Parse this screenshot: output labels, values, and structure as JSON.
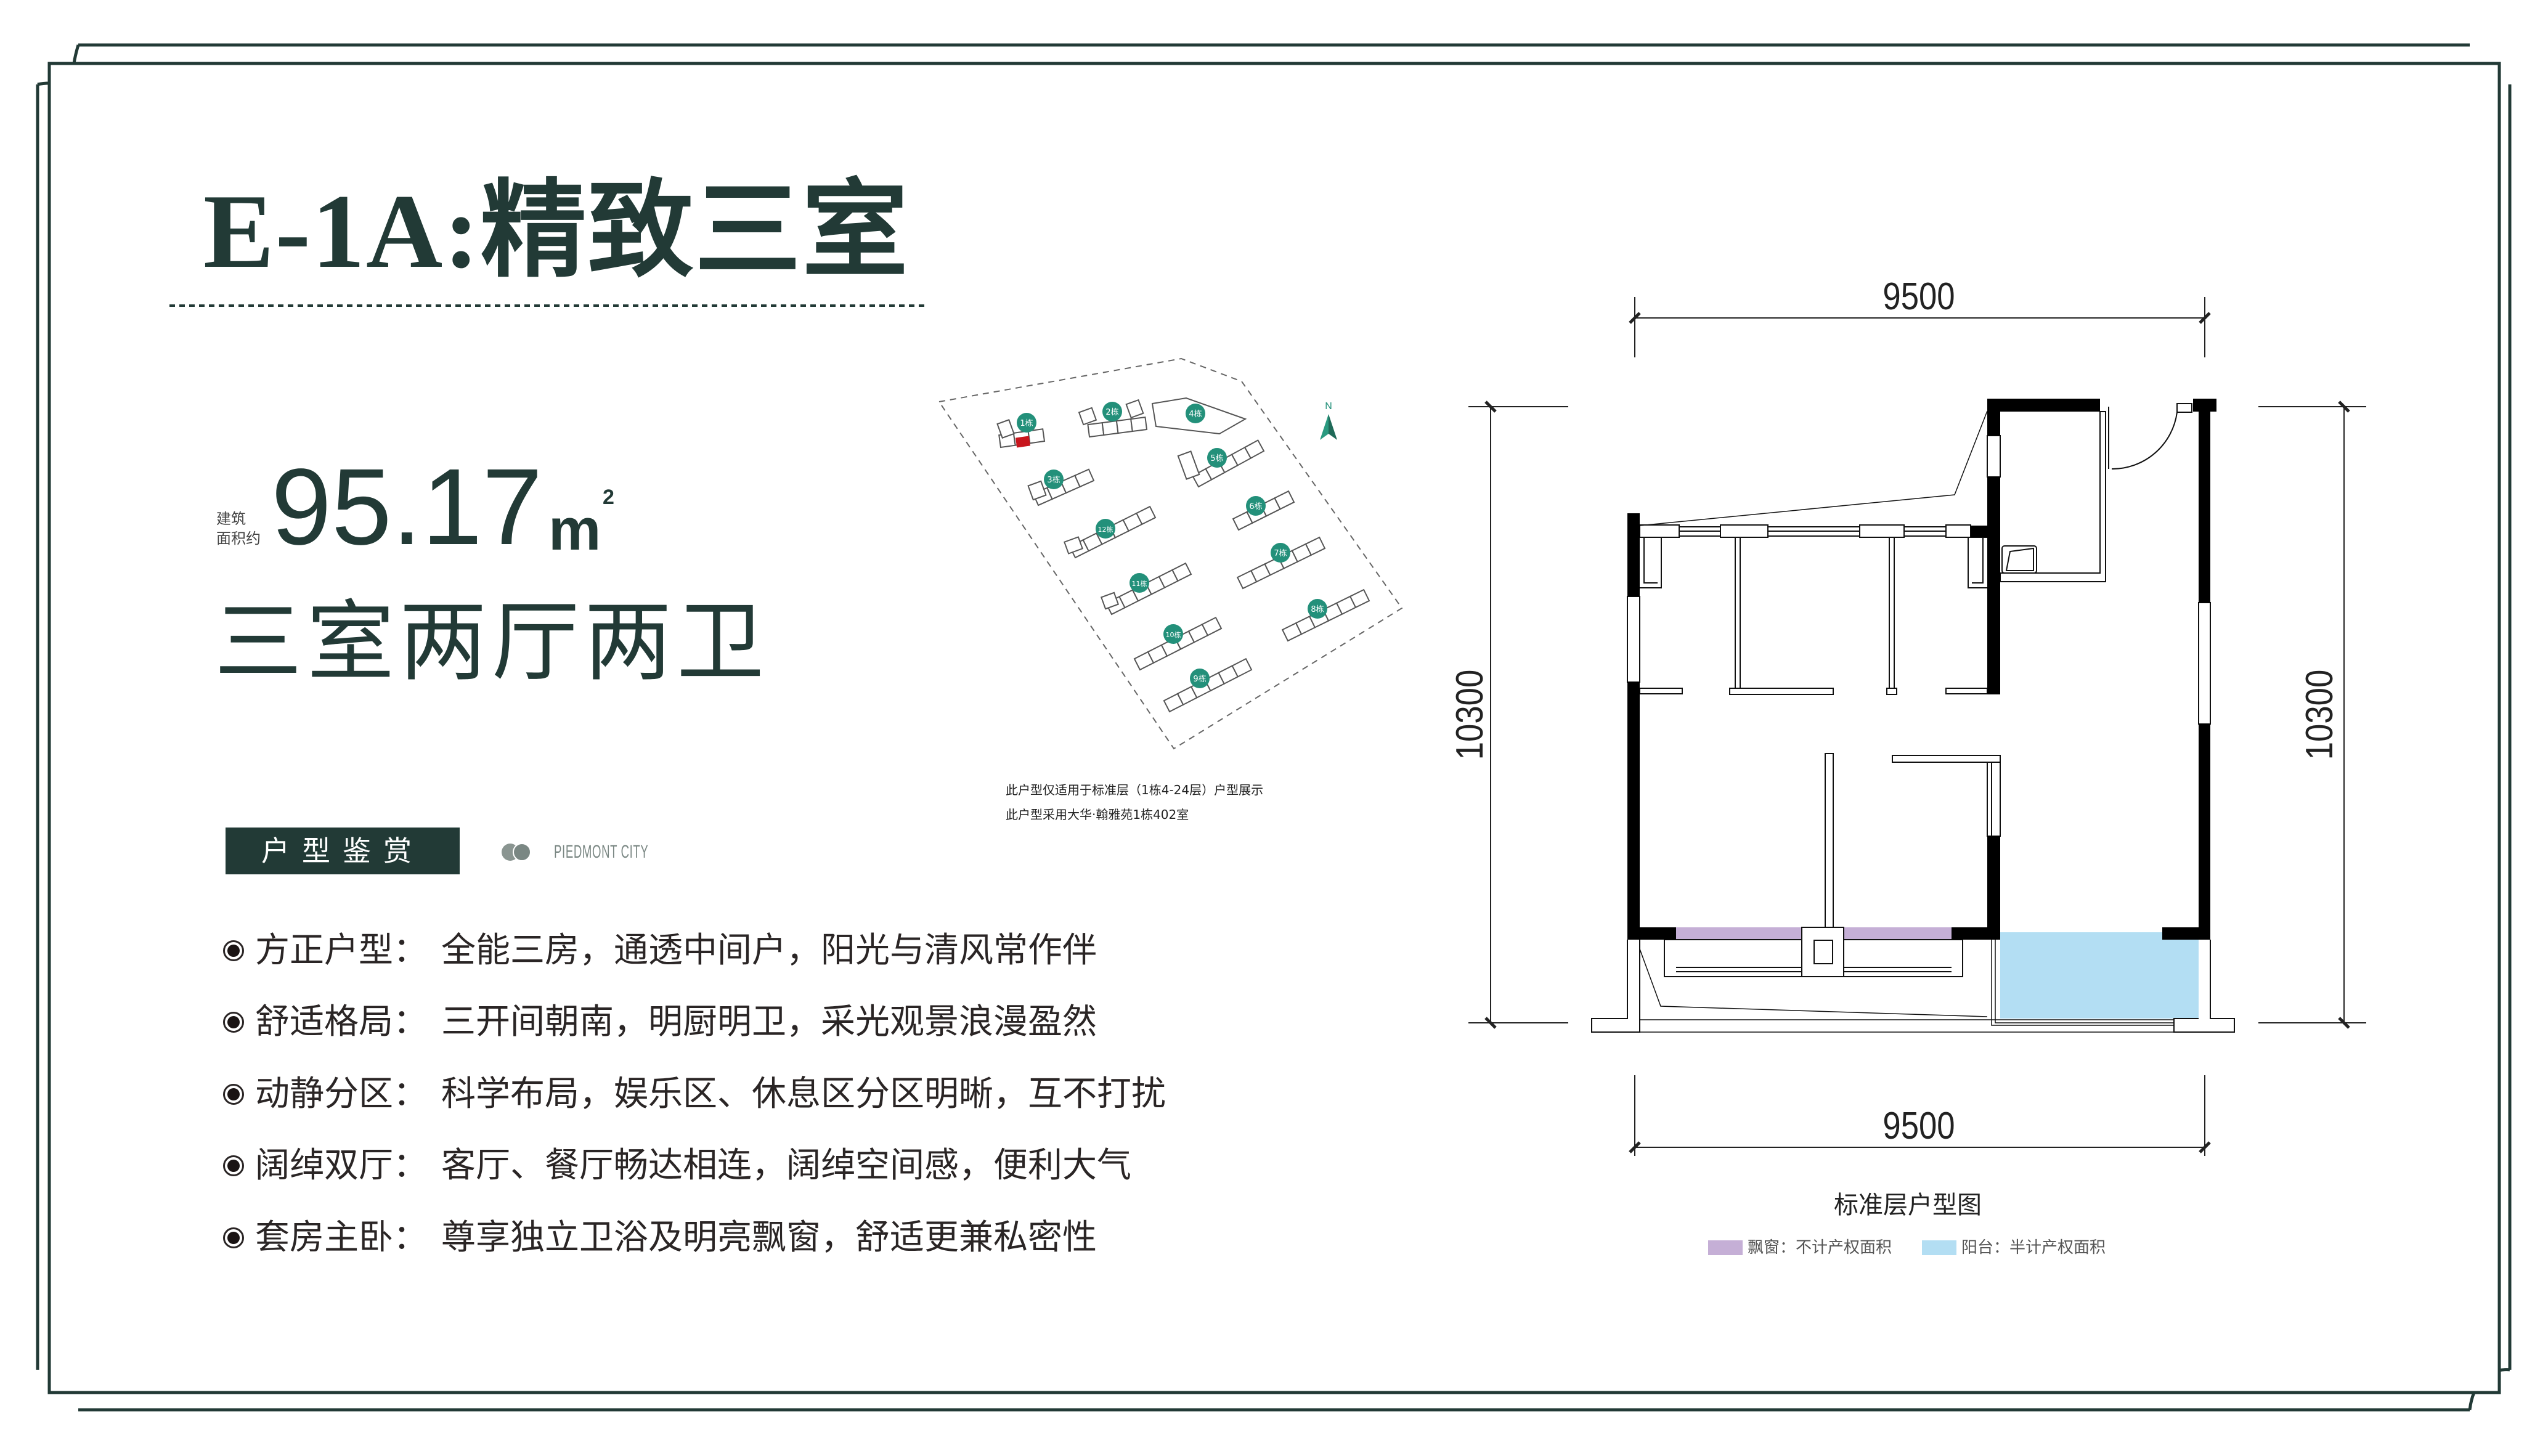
{
  "header": {
    "title": "E-1A:精致三室"
  },
  "area": {
    "label_line1": "建筑",
    "label_line2": "面积约",
    "value": "95.17",
    "unit": "m",
    "unit_sup": "2"
  },
  "layout_type": "三室两厅两卫",
  "section_tag": "户型鉴赏",
  "brand": {
    "name": "PIEDMONT CITY"
  },
  "features": [
    {
      "label": "方正户型：",
      "text": "全能三房，通透中间户，阳光与清风常作伴"
    },
    {
      "label": "舒适格局：",
      "text": "三开间朝南，明厨明卫，采光观景浪漫盈然"
    },
    {
      "label": "动静分区：",
      "text": "科学布局，娱乐区、休息区分区明晰，互不打扰"
    },
    {
      "label": "阔绰双厅：",
      "text": "客厅、餐厅畅达相连，阔绰空间感，便利大气"
    },
    {
      "label": "套房主卧：",
      "text": "尊享独立卫浴及明亮飘窗，舒适更兼私密性"
    }
  ],
  "site_map": {
    "north": "N",
    "buildings": [
      "1栋",
      "2栋",
      "4栋",
      "5栋",
      "3栋",
      "6栋",
      "12栋",
      "7栋",
      "11栋",
      "8栋",
      "10栋",
      "9栋"
    ],
    "highlighted_building": "1栋",
    "notes": [
      "此户型仅适用于标准层（1栋4-24层）户型展示",
      "此户型采用大华·翰雅苑1栋402室"
    ]
  },
  "floor_plan": {
    "dimensions": {
      "top": "9500",
      "bottom": "9500",
      "left": "10300",
      "right": "10300"
    },
    "caption": "标准层户型图",
    "legend": [
      {
        "label": "飘窗：不计产权面积",
        "color": "#c5afd6"
      },
      {
        "label": "阳台：半计产权面积",
        "color": "#b3def3"
      }
    ]
  },
  "colors": {
    "primary": "#223a36",
    "highlight": "#c8161d",
    "site_badge": "#23907a",
    "bay_window": "#c5afd6",
    "balcony": "#b3def3"
  }
}
